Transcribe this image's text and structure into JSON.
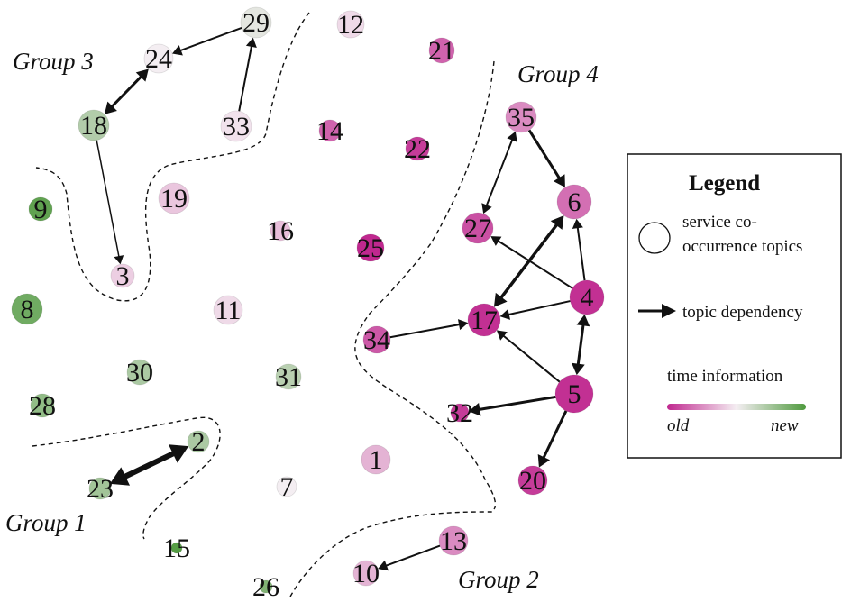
{
  "colors": {
    "old": "#c0288f",
    "mid": "#f4eef2",
    "new": "#4f9a3e",
    "edge": "#111111",
    "boundary": "#111111"
  },
  "groups": [
    "Group 1",
    "Group 2",
    "Group 3",
    "Group 4"
  ],
  "nodes": [
    {
      "id": "29",
      "age": 0.55
    },
    {
      "id": "12",
      "age": 0.45
    },
    {
      "id": "21",
      "age": 0.15
    },
    {
      "id": "24",
      "age": 0.5
    },
    {
      "id": "33",
      "age": 0.47
    },
    {
      "id": "18",
      "age": 0.7
    },
    {
      "id": "14",
      "age": 0.15
    },
    {
      "id": "22",
      "age": 0.05
    },
    {
      "id": "35",
      "age": 0.25
    },
    {
      "id": "6",
      "age": 0.18
    },
    {
      "id": "19",
      "age": 0.4
    },
    {
      "id": "9",
      "age": 0.95
    },
    {
      "id": "16",
      "age": 0.38
    },
    {
      "id": "25",
      "age": 0.0
    },
    {
      "id": "27",
      "age": 0.1
    },
    {
      "id": "3",
      "age": 0.42
    },
    {
      "id": "8",
      "age": 0.9
    },
    {
      "id": "11",
      "age": 0.45
    },
    {
      "id": "4",
      "age": 0.02
    },
    {
      "id": "17",
      "age": 0.02
    },
    {
      "id": "34",
      "age": 0.12
    },
    {
      "id": "30",
      "age": 0.72
    },
    {
      "id": "31",
      "age": 0.68
    },
    {
      "id": "28",
      "age": 0.8
    },
    {
      "id": "5",
      "age": 0.02
    },
    {
      "id": "32",
      "age": 0.05
    },
    {
      "id": "2",
      "age": 0.72
    },
    {
      "id": "1",
      "age": 0.35
    },
    {
      "id": "23",
      "age": 0.75
    },
    {
      "id": "7",
      "age": 0.5
    },
    {
      "id": "20",
      "age": 0.05
    },
    {
      "id": "15",
      "age": 0.98
    },
    {
      "id": "13",
      "age": 0.25
    },
    {
      "id": "10",
      "age": 0.35
    },
    {
      "id": "26",
      "age": 0.85
    }
  ],
  "edges": [
    {
      "from": "29",
      "to": "24",
      "bidirectional": false,
      "weight": 2
    },
    {
      "from": "33",
      "to": "29",
      "bidirectional": false,
      "weight": 2
    },
    {
      "from": "24",
      "to": "18",
      "bidirectional": true,
      "weight": 3
    },
    {
      "from": "18",
      "to": "3",
      "bidirectional": false,
      "weight": 1.5
    },
    {
      "from": "35",
      "to": "27",
      "bidirectional": true,
      "weight": 2
    },
    {
      "from": "35",
      "to": "6",
      "bidirectional": false,
      "weight": 3
    },
    {
      "from": "4",
      "to": "6",
      "bidirectional": false,
      "weight": 2
    },
    {
      "from": "4",
      "to": "27",
      "bidirectional": false,
      "weight": 2
    },
    {
      "from": "6",
      "to": "17",
      "bidirectional": true,
      "weight": 3.5
    },
    {
      "from": "4",
      "to": "17",
      "bidirectional": false,
      "weight": 2
    },
    {
      "from": "34",
      "to": "17",
      "bidirectional": false,
      "weight": 2
    },
    {
      "from": "4",
      "to": "5",
      "bidirectional": true,
      "weight": 3
    },
    {
      "from": "5",
      "to": "17",
      "bidirectional": false,
      "weight": 2
    },
    {
      "from": "5",
      "to": "32",
      "bidirectional": false,
      "weight": 3
    },
    {
      "from": "5",
      "to": "20",
      "bidirectional": false,
      "weight": 3
    },
    {
      "from": "23",
      "to": "2",
      "bidirectional": true,
      "weight": 6
    },
    {
      "from": "13",
      "to": "10",
      "bidirectional": false,
      "weight": 2
    }
  ],
  "legend": {
    "title": "Legend",
    "node_line1": "service co-",
    "node_line2": "occurrence topics",
    "edge": "topic dependency",
    "time": "time information",
    "old": "old",
    "new": "new"
  }
}
